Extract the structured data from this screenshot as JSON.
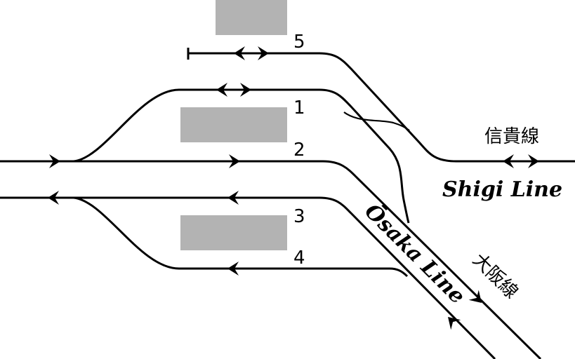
{
  "tracks": {
    "t1": "1",
    "t2": "2",
    "t3": "3",
    "t4": "4",
    "t5": "5"
  },
  "lines": {
    "shigi_jp": "信貴線",
    "shigi_en": "Shigi Line",
    "osaka_jp": "大阪線",
    "osaka_en": "Ōsaka Line"
  },
  "colors": {
    "track": "#000000",
    "platform": "#b3b3b3"
  }
}
